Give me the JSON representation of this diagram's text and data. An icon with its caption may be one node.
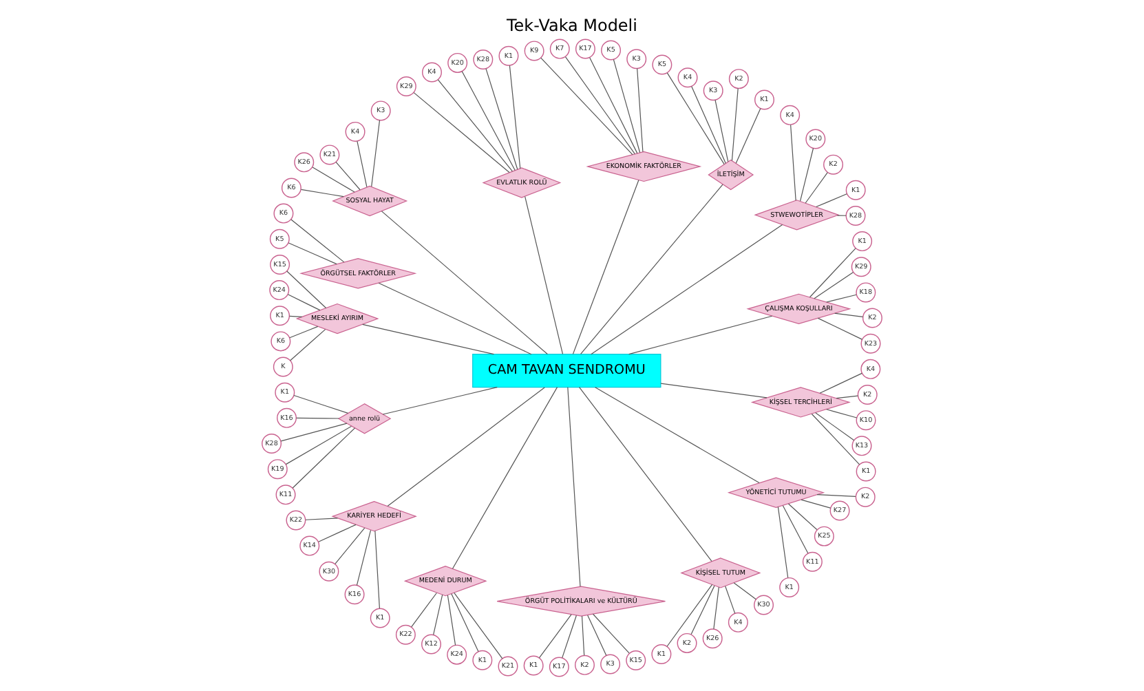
{
  "diagram": {
    "title": "Tek-Vaka Modeli",
    "nodes": [
      {
        "text": [
          "CAM TAVAN SENDROMU"
        ]
      },
      {
        "text": [
          "ÇALIŞMA KOŞULLARI"
        ]
      },
      {
        "text": [
          "K23"
        ]
      },
      {
        "text": [
          "K2"
        ]
      },
      {
        "text": [
          "K18"
        ]
      },
      {
        "text": [
          "K29"
        ]
      },
      {
        "text": [
          "K1"
        ]
      },
      {
        "text": [
          "STWEWOTİPLER"
        ]
      },
      {
        "text": [
          "K28"
        ]
      },
      {
        "text": [
          "K1"
        ]
      },
      {
        "text": [
          "K2"
        ]
      },
      {
        "text": [
          "K20"
        ]
      },
      {
        "text": [
          "K4"
        ]
      },
      {
        "text": [
          "İLETİŞİM"
        ]
      },
      {
        "text": [
          "K1"
        ]
      },
      {
        "text": [
          "K2"
        ]
      },
      {
        "text": [
          "K3"
        ]
      },
      {
        "text": [
          "K4"
        ]
      },
      {
        "text": [
          "K5"
        ]
      },
      {
        "text": [
          "EKONOMİK FAKTÖRLER"
        ]
      },
      {
        "text": [
          "K3"
        ]
      },
      {
        "text": [
          "K5"
        ]
      },
      {
        "text": [
          "K17"
        ]
      },
      {
        "text": [
          "K7"
        ]
      },
      {
        "text": [
          "K9"
        ]
      },
      {
        "text": [
          "EVLATLIK ROLÜ"
        ]
      },
      {
        "text": [
          "K1"
        ]
      },
      {
        "text": [
          "K28"
        ]
      },
      {
        "text": [
          "K20"
        ]
      },
      {
        "text": [
          "K4"
        ]
      },
      {
        "text": [
          "K29"
        ]
      },
      {
        "text": [
          "SOSYAL HAYAT"
        ]
      },
      {
        "text": [
          "K3"
        ]
      },
      {
        "text": [
          "K4"
        ]
      },
      {
        "text": [
          "K21"
        ]
      },
      {
        "text": [
          "K26"
        ]
      },
      {
        "text": [
          "K6"
        ]
      },
      {
        "text": [
          "ÖRGÜTSEL FAKTÖRLER"
        ]
      },
      {
        "text": [
          "K6"
        ]
      },
      {
        "text": [
          "K5"
        ]
      },
      {
        "text": [
          "MESLEKİ AYIRIM"
        ]
      },
      {
        "text": [
          "K15"
        ]
      },
      {
        "text": [
          "K24"
        ]
      },
      {
        "text": [
          "K1"
        ]
      },
      {
        "text": [
          "K6"
        ]
      },
      {
        "text": [
          "K"
        ]
      },
      {
        "text": [
          "anne rolü"
        ]
      },
      {
        "text": [
          "K1"
        ]
      },
      {
        "text": [
          "K16"
        ]
      },
      {
        "text": [
          "K28"
        ]
      },
      {
        "text": [
          "K19"
        ]
      },
      {
        "text": [
          "K11"
        ]
      },
      {
        "text": [
          "KARİYER HEDEFİ"
        ]
      },
      {
        "text": [
          "K22"
        ]
      },
      {
        "text": [
          "K14"
        ]
      },
      {
        "text": [
          "K30"
        ]
      },
      {
        "text": [
          "K16"
        ]
      },
      {
        "text": [
          "K1"
        ]
      },
      {
        "text": [
          "MEDENİ DURUM"
        ]
      },
      {
        "text": [
          "K22"
        ]
      },
      {
        "text": [
          "K12"
        ]
      },
      {
        "text": [
          "K24"
        ]
      },
      {
        "text": [
          "K1"
        ]
      },
      {
        "text": [
          "K21"
        ]
      },
      {
        "text": [
          "ÖRGÜT POLİTİKALARI ve KÜLTÜRÜ"
        ]
      },
      {
        "text": [
          "K1"
        ]
      },
      {
        "text": [
          "K17"
        ]
      },
      {
        "text": [
          "K2"
        ]
      },
      {
        "text": [
          "K3"
        ]
      },
      {
        "text": [
          "K15"
        ]
      },
      {
        "text": [
          "KİŞİSEL TUTUM"
        ]
      },
      {
        "text": [
          "K1"
        ]
      },
      {
        "text": [
          "K2"
        ]
      },
      {
        "text": [
          "K26"
        ]
      },
      {
        "text": [
          "K4"
        ]
      },
      {
        "text": [
          "K30"
        ]
      },
      {
        "text": [
          "YÖNETİCİ TUTUMU"
        ]
      },
      {
        "text": [
          "K1"
        ]
      },
      {
        "text": [
          "K11"
        ]
      },
      {
        "text": [
          "K25"
        ]
      },
      {
        "text": [
          "K27"
        ]
      },
      {
        "text": [
          "K2"
        ]
      },
      {
        "text": [
          "KİŞSEL TERCİHLERİ"
        ]
      },
      {
        "text": [
          "K1"
        ]
      },
      {
        "text": [
          "K13"
        ]
      },
      {
        "text": [
          "K10"
        ]
      },
      {
        "text": [
          "K2"
        ]
      },
      {
        "text": [
          "K4"
        ]
      }
    ],
    "edges": [
      {
        "from": 0,
        "to": 1,
        "arrow": "none"
      },
      {
        "from": 1,
        "to": 2,
        "arrow": "none"
      },
      {
        "from": 1,
        "to": 3,
        "arrow": "none"
      },
      {
        "from": 1,
        "to": 4,
        "arrow": "none"
      },
      {
        "from": 1,
        "to": 5,
        "arrow": "none"
      },
      {
        "from": 1,
        "to": 6,
        "arrow": "none"
      },
      {
        "from": 0,
        "to": 7,
        "arrow": "none"
      },
      {
        "from": 7,
        "to": 8,
        "arrow": "none"
      },
      {
        "from": 7,
        "to": 9,
        "arrow": "none"
      },
      {
        "from": 7,
        "to": 10,
        "arrow": "none"
      },
      {
        "from": 7,
        "to": 11,
        "arrow": "none"
      },
      {
        "from": 7,
        "to": 12,
        "arrow": "none"
      },
      {
        "from": 0,
        "to": 13,
        "arrow": "none"
      },
      {
        "from": 13,
        "to": 14,
        "arrow": "none"
      },
      {
        "from": 13,
        "to": 15,
        "arrow": "none"
      },
      {
        "from": 13,
        "to": 16,
        "arrow": "none"
      },
      {
        "from": 13,
        "to": 17,
        "arrow": "none"
      },
      {
        "from": 13,
        "to": 18,
        "arrow": "none"
      },
      {
        "from": 0,
        "to": 19,
        "arrow": "none"
      },
      {
        "from": 19,
        "to": 20,
        "arrow": "none"
      },
      {
        "from": 19,
        "to": 21,
        "arrow": "none"
      },
      {
        "from": 19,
        "to": 22,
        "arrow": "none"
      },
      {
        "from": 19,
        "to": 23,
        "arrow": "none"
      },
      {
        "from": 19,
        "to": 24,
        "arrow": "none"
      },
      {
        "from": 0,
        "to": 25,
        "arrow": "none"
      },
      {
        "from": 25,
        "to": 26,
        "arrow": "none"
      },
      {
        "from": 25,
        "to": 27,
        "arrow": "none"
      },
      {
        "from": 25,
        "to": 28,
        "arrow": "none"
      },
      {
        "from": 25,
        "to": 29,
        "arrow": "none"
      },
      {
        "from": 25,
        "to": 30,
        "arrow": "none"
      },
      {
        "from": 0,
        "to": 31,
        "arrow": "none"
      },
      {
        "from": 31,
        "to": 32,
        "arrow": "none"
      },
      {
        "from": 31,
        "to": 33,
        "arrow": "none"
      },
      {
        "from": 31,
        "to": 34,
        "arrow": "none"
      },
      {
        "from": 31,
        "to": 35,
        "arrow": "none"
      },
      {
        "from": 31,
        "to": 36,
        "arrow": "none"
      },
      {
        "from": 0,
        "to": 37,
        "arrow": "none"
      },
      {
        "from": 37,
        "to": 38,
        "arrow": "none"
      },
      {
        "from": 37,
        "to": 39,
        "arrow": "none"
      },
      {
        "from": 0,
        "to": 40,
        "arrow": "none"
      },
      {
        "from": 40,
        "to": 41,
        "arrow": "none"
      },
      {
        "from": 40,
        "to": 42,
        "arrow": "none"
      },
      {
        "from": 40,
        "to": 43,
        "arrow": "none"
      },
      {
        "from": 40,
        "to": 44,
        "arrow": "none"
      },
      {
        "from": 40,
        "to": 45,
        "arrow": "none"
      },
      {
        "from": 0,
        "to": 46,
        "arrow": "none"
      },
      {
        "from": 46,
        "to": 47,
        "arrow": "none"
      },
      {
        "from": 46,
        "to": 48,
        "arrow": "none"
      },
      {
        "from": 46,
        "to": 49,
        "arrow": "none"
      },
      {
        "from": 46,
        "to": 50,
        "arrow": "none"
      },
      {
        "from": 46,
        "to": 51,
        "arrow": "none"
      },
      {
        "from": 0,
        "to": 52,
        "arrow": "none"
      },
      {
        "from": 52,
        "to": 53,
        "arrow": "none"
      },
      {
        "from": 52,
        "to": 54,
        "arrow": "none"
      },
      {
        "from": 52,
        "to": 55,
        "arrow": "none"
      },
      {
        "from": 52,
        "to": 56,
        "arrow": "none"
      },
      {
        "from": 52,
        "to": 57,
        "arrow": "none"
      },
      {
        "from": 0,
        "to": 58,
        "arrow": "none"
      },
      {
        "from": 58,
        "to": 59,
        "arrow": "none"
      },
      {
        "from": 58,
        "to": 60,
        "arrow": "none"
      },
      {
        "from": 58,
        "to": 61,
        "arrow": "none"
      },
      {
        "from": 58,
        "to": 62,
        "arrow": "none"
      },
      {
        "from": 58,
        "to": 63,
        "arrow": "none"
      },
      {
        "from": 0,
        "to": 64,
        "arrow": "none"
      },
      {
        "from": 64,
        "to": 65,
        "arrow": "none"
      },
      {
        "from": 64,
        "to": 66,
        "arrow": "none"
      },
      {
        "from": 64,
        "to": 67,
        "arrow": "none"
      },
      {
        "from": 64,
        "to": 68,
        "arrow": "none"
      },
      {
        "from": 64,
        "to": 69,
        "arrow": "none"
      },
      {
        "from": 0,
        "to": 70,
        "arrow": "none"
      },
      {
        "from": 70,
        "to": 71,
        "arrow": "none"
      },
      {
        "from": 70,
        "to": 72,
        "arrow": "none"
      },
      {
        "from": 70,
        "to": 73,
        "arrow": "none"
      },
      {
        "from": 70,
        "to": 74,
        "arrow": "none"
      },
      {
        "from": 70,
        "to": 75,
        "arrow": "none"
      },
      {
        "from": 0,
        "to": 76,
        "arrow": "none"
      },
      {
        "from": 76,
        "to": 77,
        "arrow": "none"
      },
      {
        "from": 76,
        "to": 78,
        "arrow": "none"
      },
      {
        "from": 76,
        "to": 79,
        "arrow": "none"
      },
      {
        "from": 76,
        "to": 80,
        "arrow": "none"
      },
      {
        "from": 76,
        "to": 81,
        "arrow": "none"
      },
      {
        "from": 0,
        "to": 82,
        "arrow": "none"
      },
      {
        "from": 82,
        "to": 83,
        "arrow": "none"
      },
      {
        "from": 82,
        "to": 84,
        "arrow": "none"
      },
      {
        "from": 82,
        "to": 85,
        "arrow": "none"
      },
      {
        "from": 82,
        "to": 86,
        "arrow": "none"
      },
      {
        "from": 82,
        "to": 87,
        "arrow": "none"
      }
    ]
  }
}
